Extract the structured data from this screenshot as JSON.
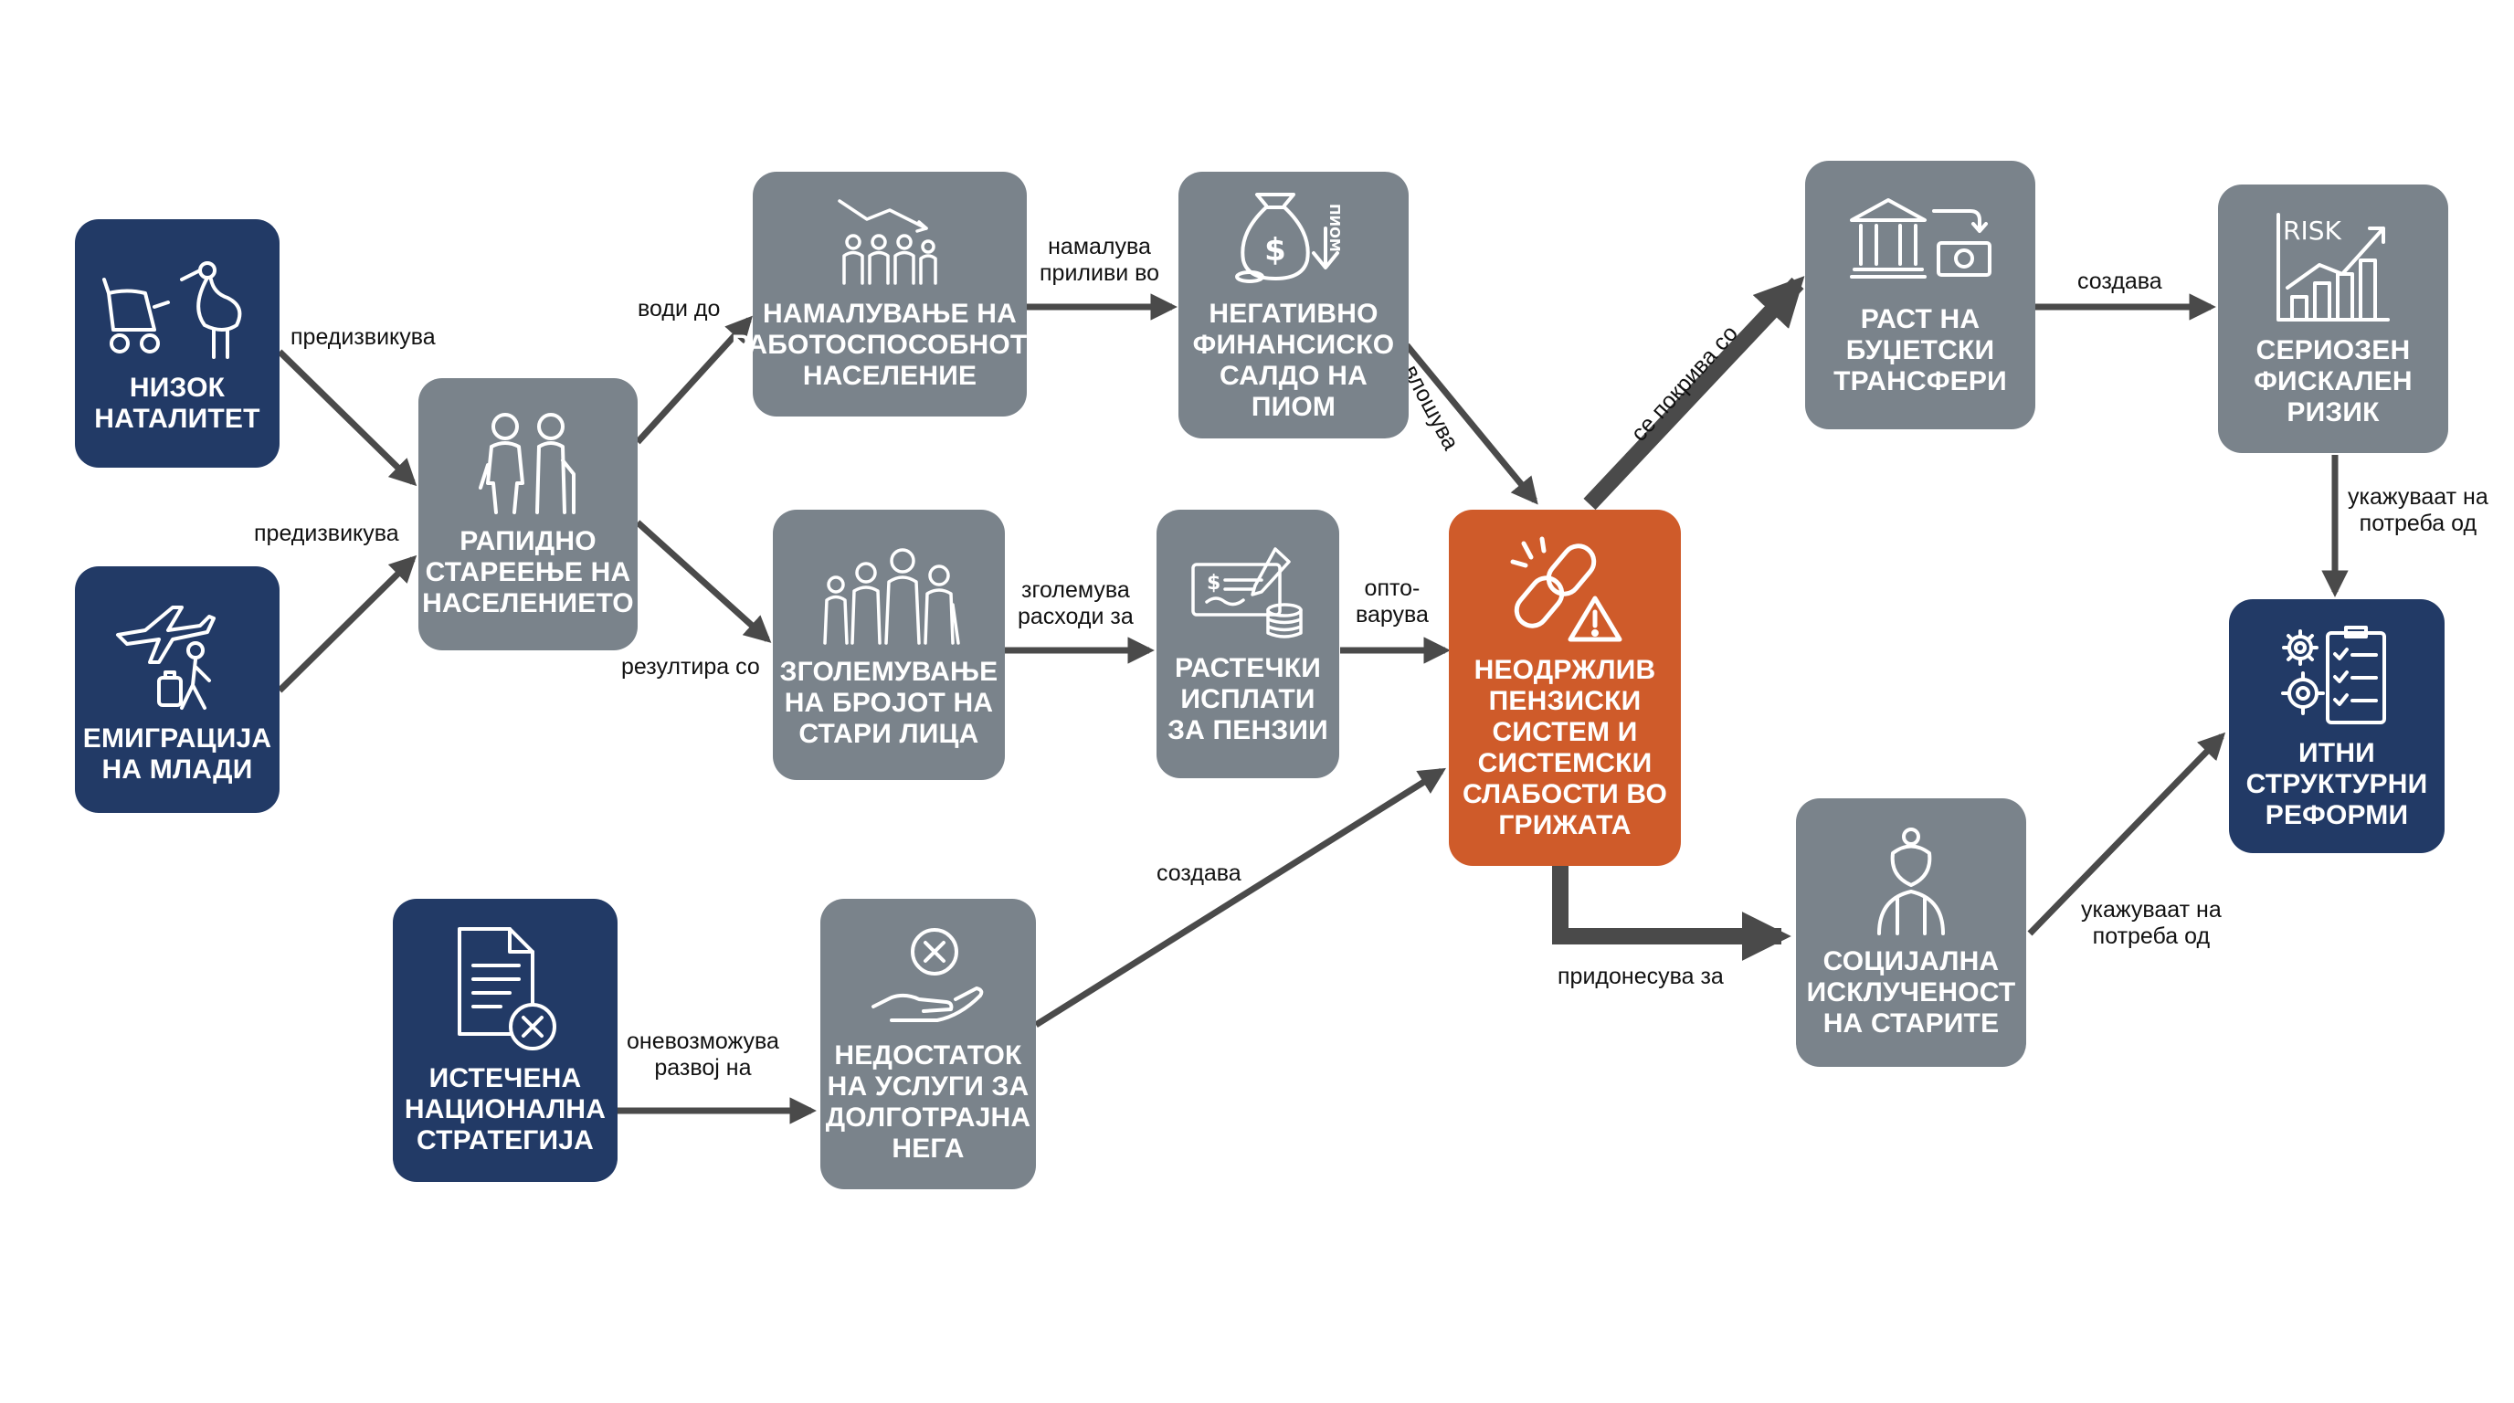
{
  "nodes": {
    "low_birthrate": {
      "label": "НИЗОК\nНАТАЛИТЕТ",
      "icon": "stork-stroller-icon"
    },
    "youth_emigration": {
      "label": "ЕМИГРАЦИЈА\nНА МЛАДИ",
      "icon": "airplane-traveler-icon"
    },
    "rapid_aging": {
      "label": "РАПИДНО\nСТАРЕЕЊЕ НА\nНАСЕЛЕНИЕТО",
      "icon": "elderly-couple-icon"
    },
    "workforce_decline": {
      "label": "НАМАЛУВАЊЕ НА\nРАБОТОСПОСОБНОТО\nНАСЕЛЕНИЕ",
      "icon": "declining-population-icon"
    },
    "negative_balance": {
      "label": "НЕГАТИВНО\nФИНАНСИСКО\nСАЛДО НА\nПИОМ",
      "icon": "money-bag-down-icon",
      "icon_text": "ПИОМ"
    },
    "elderly_increase": {
      "label": "ЗГОЛЕМУВАЊЕ\nНА БРОЈОТ НА\nСТАРИ ЛИЦА",
      "icon": "elderly-group-icon"
    },
    "pension_payments": {
      "label": "РАСТЕЧКИ\nИСПЛАТИ\nЗА ПЕНЗИИ",
      "icon": "cheque-coins-icon"
    },
    "unsustainable_system": {
      "label": "НЕОДРЖЛИВ\nПЕНЗИСКИ\nСИСТЕМ И\nСИСТЕМСКИ\nСЛАБОСТИ ВО\nГРИЖАТА",
      "icon": "broken-chain-warning-icon"
    },
    "budget_transfers": {
      "label": "РАСТ НА\nБУЏЕТСКИ\nТРАНСФЕРИ",
      "icon": "bank-transfer-icon"
    },
    "fiscal_risk": {
      "label": "СЕРИОЗЕН\nФИСКАЛЕН\nРИЗИК",
      "icon": "risk-chart-icon",
      "icon_text": "RISK"
    },
    "urgent_reforms": {
      "label": "ИТНИ\nСТРУКТУРНИ\nРЕФОРМИ",
      "icon": "gears-checklist-icon"
    },
    "social_exclusion": {
      "label": "СОЦИЈАЛНА\nИСКЛУЧЕНОСТ\nНА СТАРИТЕ",
      "icon": "elderly-woman-icon"
    },
    "expired_strategy": {
      "label": "ИСТЕЧЕНА\nНАЦИОНАЛНА\nСТРАТЕГИЈА",
      "icon": "document-x-icon"
    },
    "care_shortage": {
      "label": "НЕДОСТАТОК\nНА УСЛУГИ ЗА\nДОЛГОТРАЈНА\nНЕГА",
      "icon": "hand-x-icon"
    }
  },
  "edges": [
    {
      "from": "low_birthrate",
      "to": "rapid_aging",
      "label": "предизвикува"
    },
    {
      "from": "youth_emigration",
      "to": "rapid_aging",
      "label": "предизвикува"
    },
    {
      "from": "rapid_aging",
      "to": "workforce_decline",
      "label": "води до"
    },
    {
      "from": "rapid_aging",
      "to": "elderly_increase",
      "label": "резултира со"
    },
    {
      "from": "workforce_decline",
      "to": "negative_balance",
      "label": "намалува\nприливи во"
    },
    {
      "from": "elderly_increase",
      "to": "pension_payments",
      "label": "зголемува\nрасходи за"
    },
    {
      "from": "negative_balance",
      "to": "unsustainable_system",
      "label": "влошува"
    },
    {
      "from": "pension_payments",
      "to": "unsustainable_system",
      "label": "опто-\nварува"
    },
    {
      "from": "unsustainable_system",
      "to": "budget_transfers",
      "label": "се покрива со"
    },
    {
      "from": "unsustainable_system",
      "to": "social_exclusion",
      "label": "придонесува за"
    },
    {
      "from": "budget_transfers",
      "to": "fiscal_risk",
      "label": "создава"
    },
    {
      "from": "fiscal_risk",
      "to": "urgent_reforms",
      "label": "укажуваат на\nпотреба од"
    },
    {
      "from": "social_exclusion",
      "to": "urgent_reforms",
      "label": "укажуваат на\nпотреба од"
    },
    {
      "from": "expired_strategy",
      "to": "care_shortage",
      "label": "оневозможува\nразвој на"
    },
    {
      "from": "care_shortage",
      "to": "unsustainable_system",
      "label": "создава"
    }
  ],
  "colors": {
    "navy": "#223a66",
    "gray": "#7a838b",
    "orange": "#cf5b2a",
    "arrow": "#4a4a4a"
  }
}
